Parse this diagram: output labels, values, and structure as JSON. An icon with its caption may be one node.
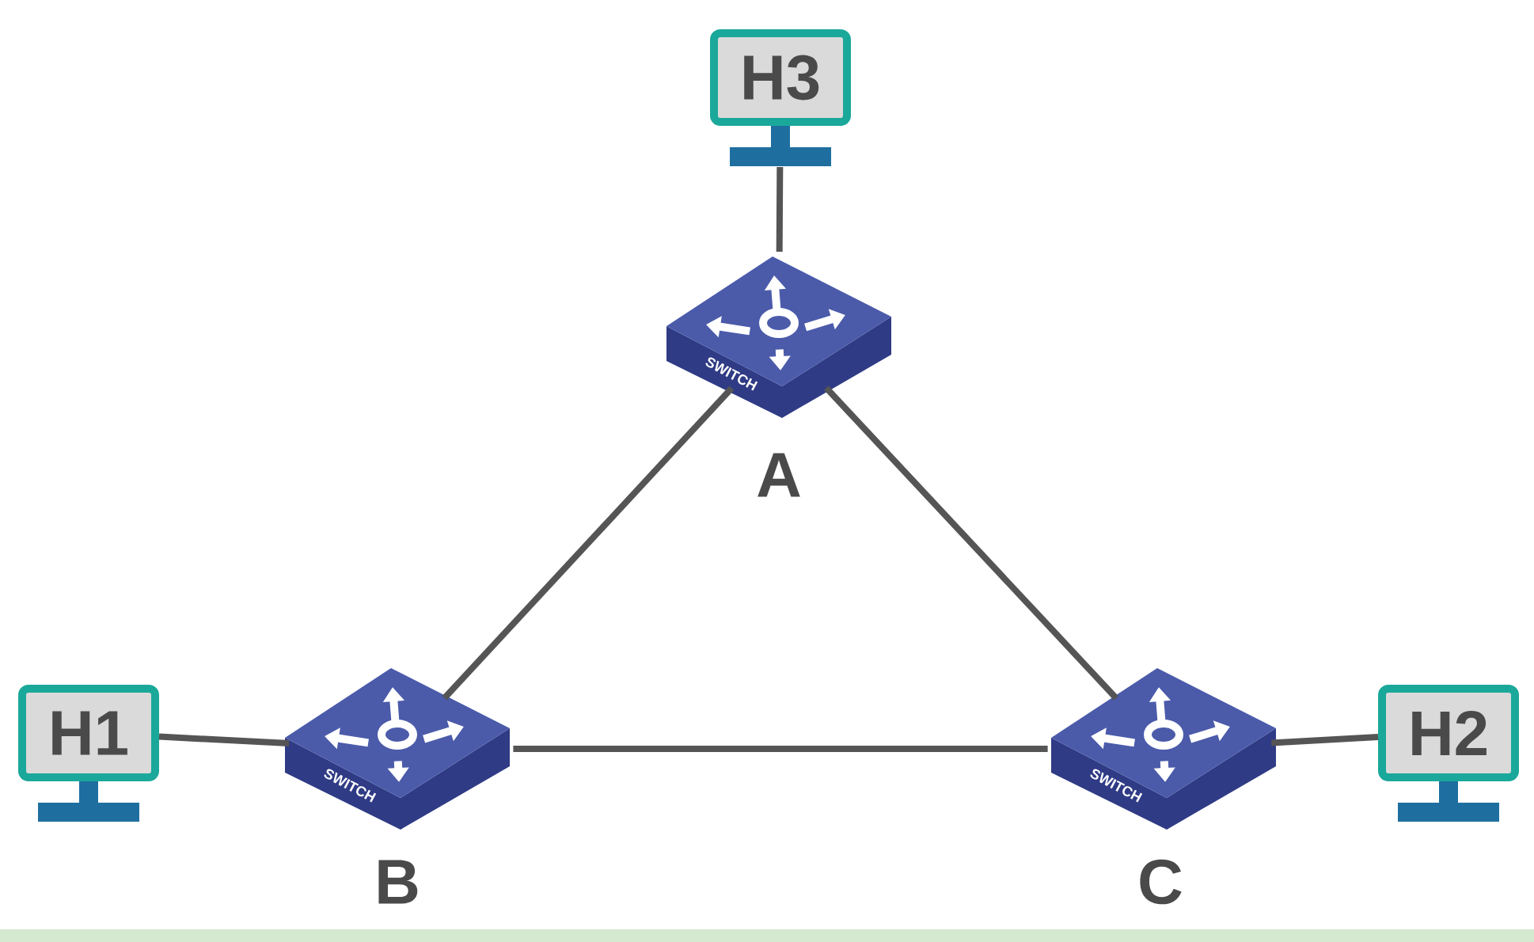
{
  "diagram": {
    "nodes": [
      {
        "text": [
          "H3"
        ]
      },
      {
        "text": [
          "SWITCH"
        ],
        "beside": [
          "A"
        ]
      },
      {
        "text": [
          "SWITCH"
        ],
        "beside": [
          "B"
        ]
      },
      {
        "text": [
          "SWITCH"
        ],
        "beside": [
          "C"
        ]
      },
      {
        "text": [
          "H1"
        ]
      },
      {
        "text": [
          "H2"
        ]
      }
    ],
    "edges": [
      {
        "from": 0,
        "to": 1,
        "arrow": "none"
      },
      {
        "from": 1,
        "to": 2,
        "arrow": "none"
      },
      {
        "from": 1,
        "to": 3,
        "arrow": "none"
      },
      {
        "from": 4,
        "to": 2,
        "arrow": "none"
      },
      {
        "from": 2,
        "to": 3,
        "arrow": "none"
      },
      {
        "from": 3,
        "to": 5,
        "arrow": "none"
      }
    ]
  }
}
